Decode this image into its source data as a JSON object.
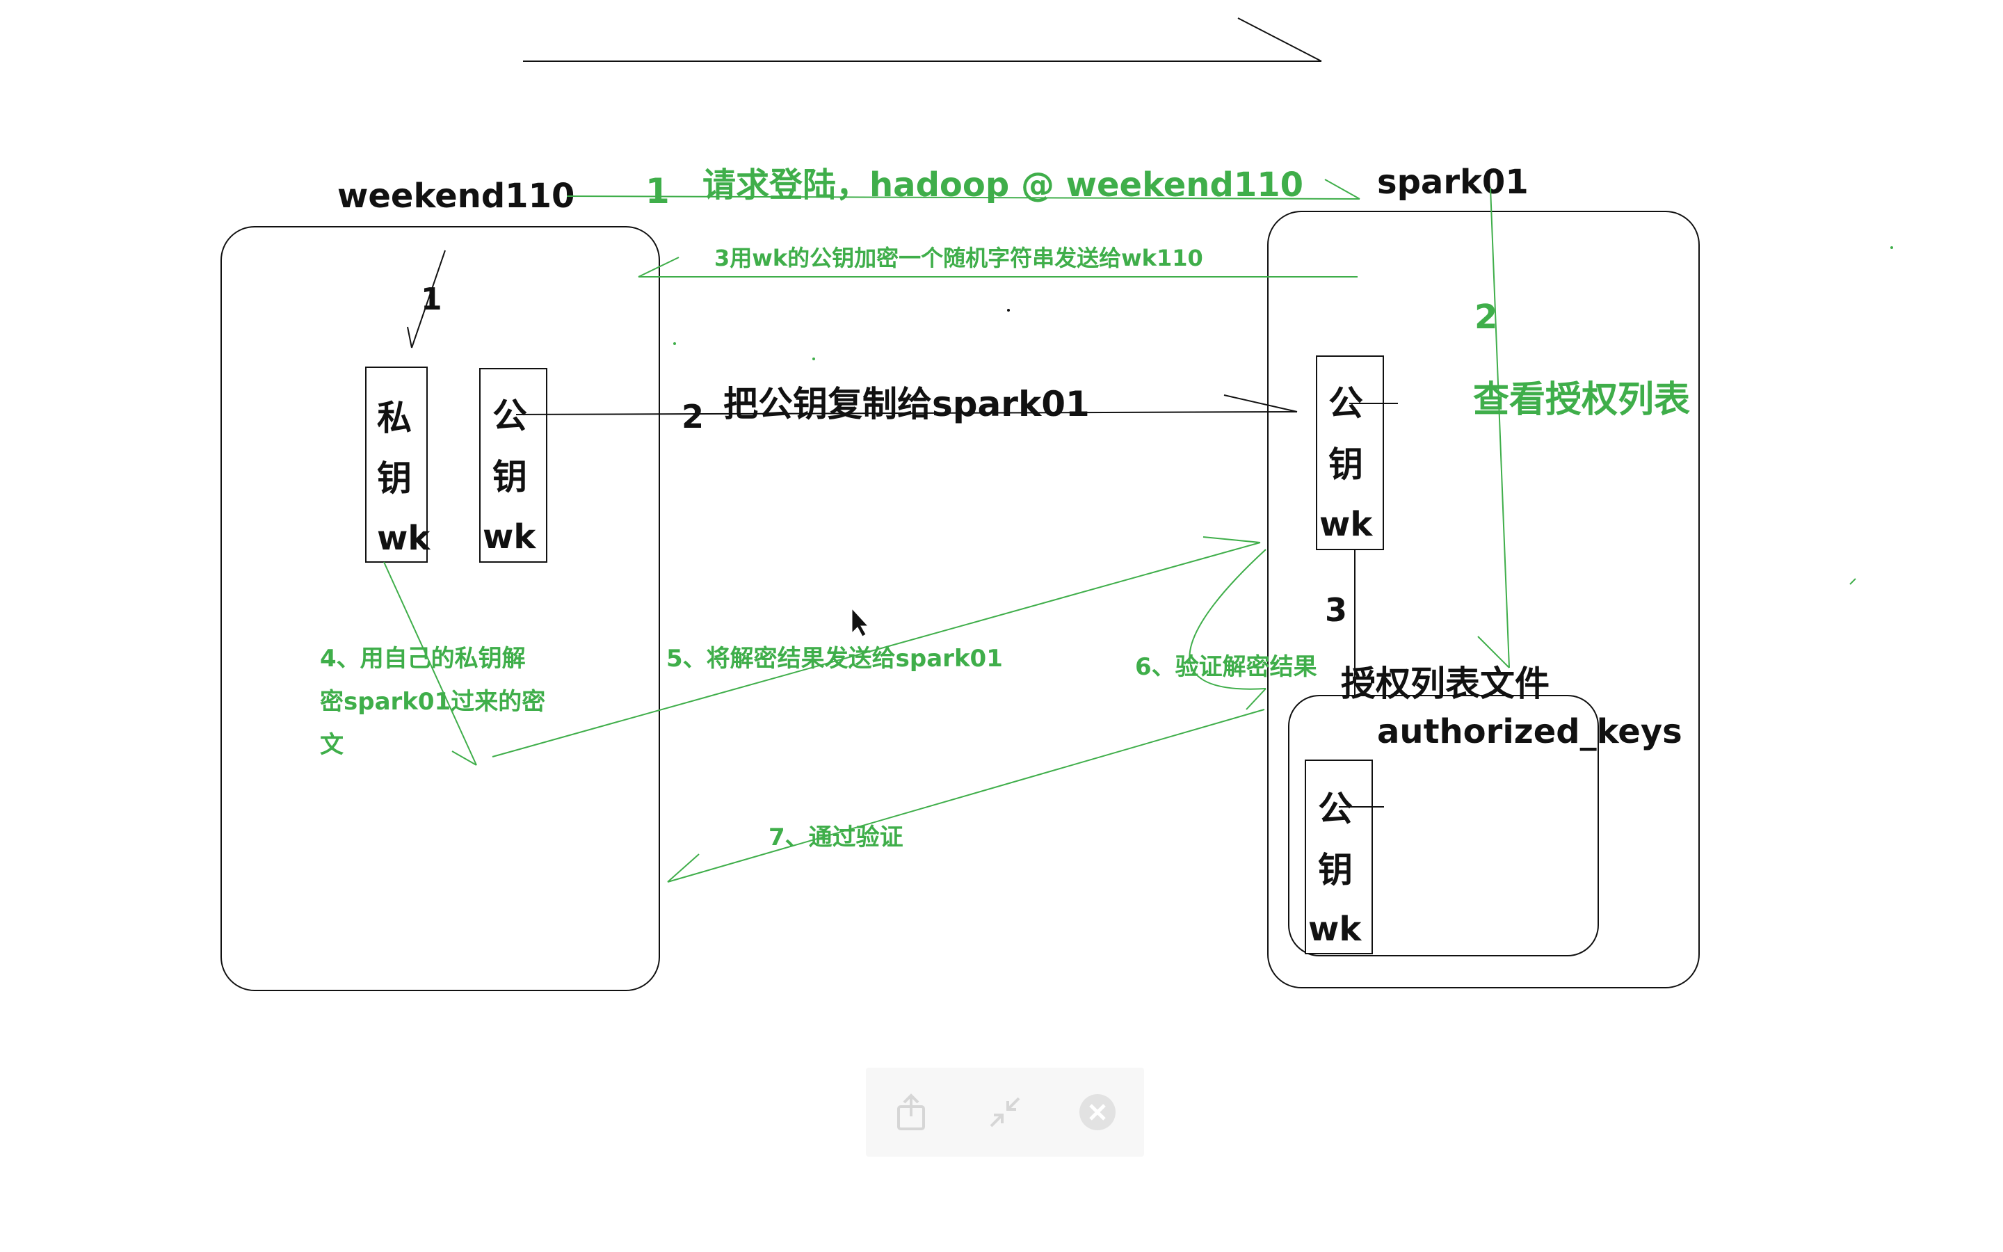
{
  "left_host": "weekend110",
  "right_host": "spark01",
  "left_step1": "1",
  "private_key": [
    "私",
    "钥",
    "wk"
  ],
  "public_key": [
    "公",
    "钥",
    "wk"
  ],
  "step1_num": "1",
  "step1_text": "请求登陆，hadoop @ weekend110",
  "step2_num": "2",
  "step2_text": "把公钥复制给spark01",
  "step3_text": "3用wk的公钥加密一个随机字符串发送给wk110",
  "right_step2_num": "2",
  "right_step2_text": "查看授权列表",
  "right_step3_num": "3",
  "auth_file_title": "授权列表文件",
  "auth_file_name": "authorized_keys",
  "step4_lines": [
    "4、用自己的私钥解",
    "密spark01过来的密",
    "文"
  ],
  "step5_text": "5、将解密结果发送给spark01",
  "step6_text": "6、验证解密结果",
  "step7_text": "7、通过验证",
  "toolbar": {
    "share_icon": "share-icon",
    "shrink_icon": "shrink-icon",
    "close_icon": "close-icon"
  },
  "colors": {
    "green": "#3fae4a",
    "black": "#111111"
  }
}
